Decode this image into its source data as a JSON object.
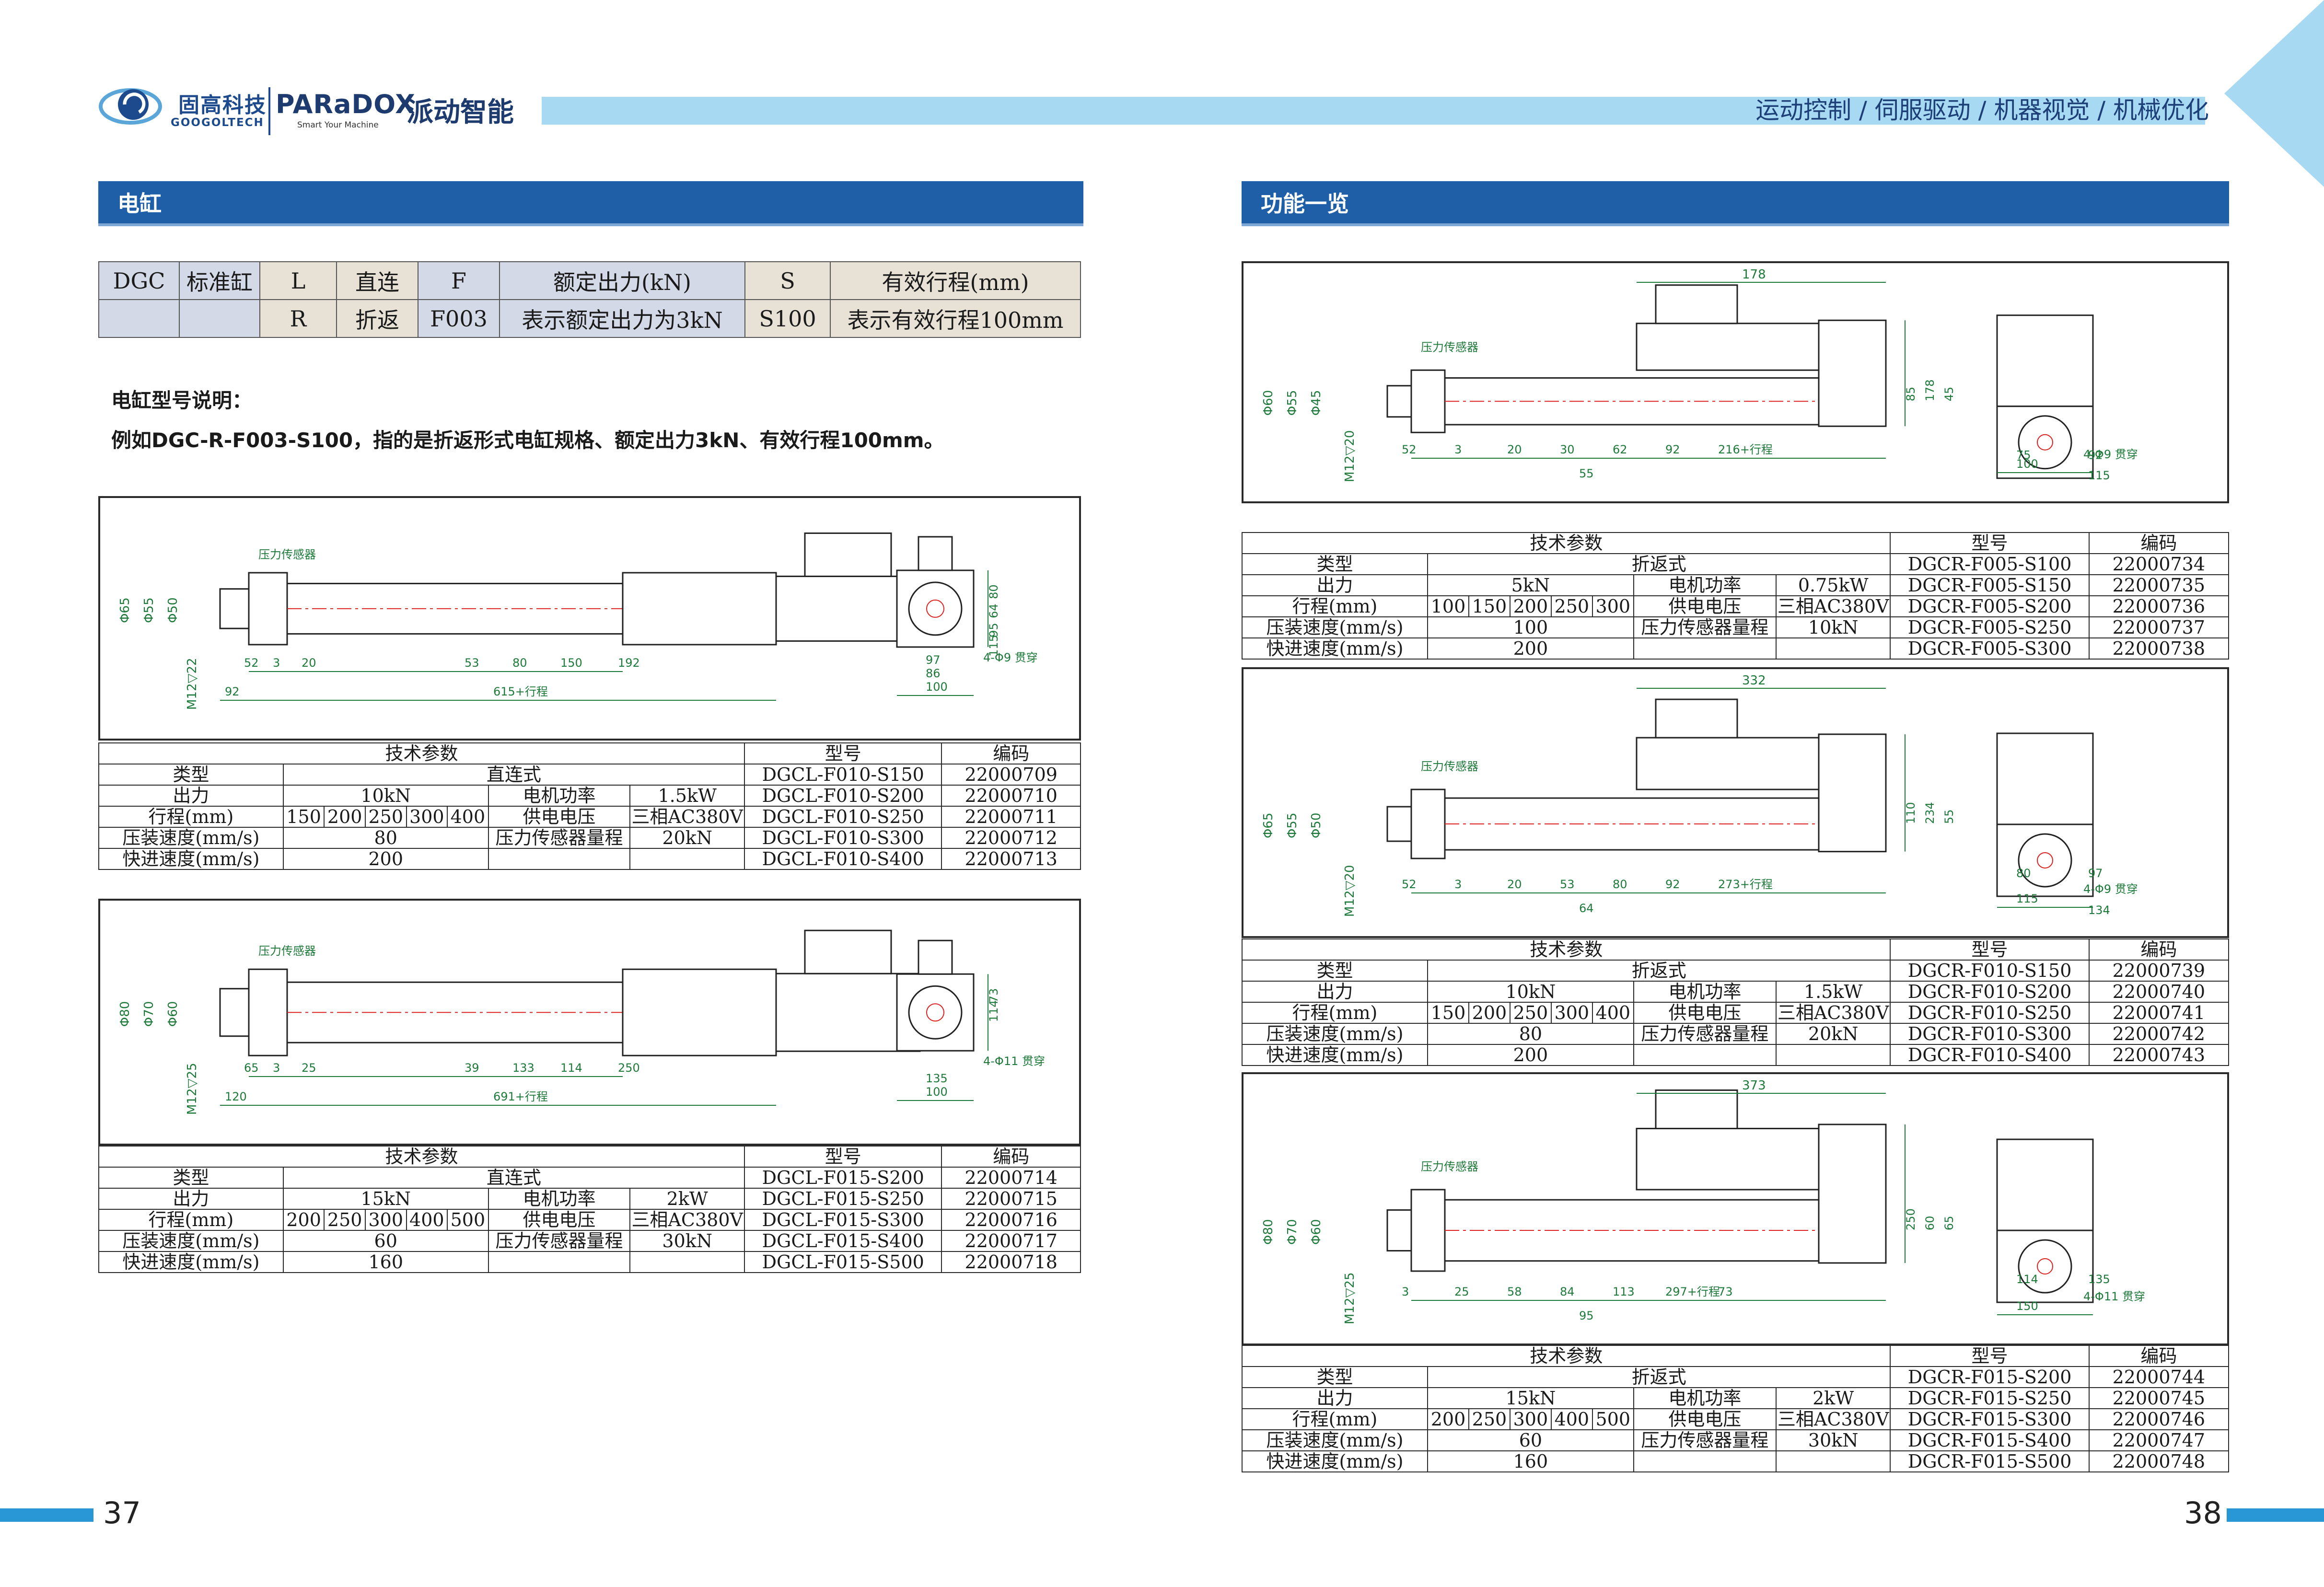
{
  "header": {
    "googol_cn": "固高科技",
    "googol_en": "GOOGOLTECH",
    "paradox_logo": "PARaDOX",
    "paradox_slogan": "Smart Your Machine",
    "paradox_cn": "派动智能",
    "tagline": "运动控制 / 伺服驱动 / 机器视觉 / 机械优化",
    "bar_color": "#a7d9f2",
    "accent": "#1f5fa8"
  },
  "left": {
    "section_title": "电缸",
    "model_code": {
      "row1": [
        "DGC",
        "标准缸",
        "L",
        "直连",
        "F",
        "额定出力(kN)",
        "S",
        "有效行程(mm)"
      ],
      "row2": [
        "",
        "",
        "R",
        "折返",
        "F003",
        "表示额定出力为3kN",
        "S100",
        "表示有效行程100mm"
      ]
    },
    "explain_title": "电缸型号说明：",
    "explain_text": "例如DGC-R-F003-S100，指的是折返形式电缸规格、额定出力3kN、有效行程100mm。"
  },
  "right": {
    "section_title": "功能一览"
  },
  "labels": {
    "tech": "技术参数",
    "model": "型号",
    "code": "编码",
    "type": "类型",
    "force": "出力",
    "stroke": "行程(mm)",
    "press_speed": "压装速度(mm/s)",
    "fast_speed": "快进速度(mm/s)",
    "motor_power": "电机功率",
    "supply": "供电电压",
    "sensor_range": "压力传感器量程",
    "sensor": "压力传感器"
  },
  "specs": {
    "l1": {
      "type": "直连式",
      "force": "10kN",
      "strokes": [
        "150",
        "200",
        "250",
        "300",
        "400"
      ],
      "motor": "1.5kW",
      "supply": "三相AC380V",
      "press": "80",
      "sensor": "20kN",
      "fast": "200",
      "models": [
        [
          "DGCL-F010-S150",
          "22000709"
        ],
        [
          "DGCL-F010-S200",
          "22000710"
        ],
        [
          "DGCL-F010-S250",
          "22000711"
        ],
        [
          "DGCL-F010-S300",
          "22000712"
        ],
        [
          "DGCL-F010-S400",
          "22000713"
        ]
      ]
    },
    "l2": {
      "type": "直连式",
      "force": "15kN",
      "strokes": [
        "200",
        "250",
        "300",
        "400",
        "500"
      ],
      "motor": "2kW",
      "supply": "三相AC380V",
      "press": "60",
      "sensor": "30kN",
      "fast": "160",
      "models": [
        [
          "DGCL-F015-S200",
          "22000714"
        ],
        [
          "DGCL-F015-S250",
          "22000715"
        ],
        [
          "DGCL-F015-S300",
          "22000716"
        ],
        [
          "DGCL-F015-S400",
          "22000717"
        ],
        [
          "DGCL-F015-S500",
          "22000718"
        ]
      ]
    },
    "r1": {
      "type": "折返式",
      "force": "5kN",
      "strokes": [
        "100",
        "150",
        "200",
        "250",
        "300"
      ],
      "motor": "0.75kW",
      "supply": "三相AC380V",
      "press": "100",
      "sensor": "10kN",
      "fast": "200",
      "models": [
        [
          "DGCR-F005-S100",
          "22000734"
        ],
        [
          "DGCR-F005-S150",
          "22000735"
        ],
        [
          "DGCR-F005-S200",
          "22000736"
        ],
        [
          "DGCR-F005-S250",
          "22000737"
        ],
        [
          "DGCR-F005-S300",
          "22000738"
        ]
      ]
    },
    "r2": {
      "type": "折返式",
      "force": "10kN",
      "strokes": [
        "150",
        "200",
        "250",
        "300",
        "400"
      ],
      "motor": "1.5kW",
      "supply": "三相AC380V",
      "press": "80",
      "sensor": "20kN",
      "fast": "200",
      "models": [
        [
          "DGCR-F010-S150",
          "22000739"
        ],
        [
          "DGCR-F010-S200",
          "22000740"
        ],
        [
          "DGCR-F010-S250",
          "22000741"
        ],
        [
          "DGCR-F010-S300",
          "22000742"
        ],
        [
          "DGCR-F010-S400",
          "22000743"
        ]
      ]
    },
    "r3": {
      "type": "折返式",
      "force": "15kN",
      "strokes": [
        "200",
        "250",
        "300",
        "400",
        "500"
      ],
      "motor": "2kW",
      "supply": "三相AC380V",
      "press": "60",
      "sensor": "30kN",
      "fast": "160",
      "models": [
        [
          "DGCR-F015-S200",
          "22000744"
        ],
        [
          "DGCR-F015-S250",
          "22000745"
        ],
        [
          "DGCR-F015-S300",
          "22000746"
        ],
        [
          "DGCR-F015-S400",
          "22000747"
        ],
        [
          "DGCR-F015-S500",
          "22000748"
        ]
      ]
    }
  },
  "drawings": {
    "l1": {
      "dia": [
        "Φ65",
        "Φ55",
        "Φ50"
      ],
      "thread": "M12▽22",
      "dims": [
        "52",
        "3",
        "20",
        "53",
        "80",
        "150",
        "192",
        "92",
        "615+行程",
        "80",
        "100",
        "64",
        "86",
        "95",
        "97",
        "115"
      ],
      "hole": "4-Φ9 贯穿"
    },
    "l2": {
      "dia": [
        "Φ80",
        "Φ70",
        "Φ60"
      ],
      "thread": "M12▽25",
      "dims": [
        "65",
        "3",
        "25",
        "39",
        "133",
        "114",
        "250",
        "120",
        "691+行程",
        "73",
        "100",
        "114",
        "135"
      ],
      "hole": "4-Φ11 贯穿"
    },
    "r1": {
      "dia": [
        "Φ60",
        "Φ55",
        "Φ45"
      ],
      "thread": "M12▽20",
      "dims": [
        "178",
        "85",
        "178",
        "45",
        "52",
        "3",
        "20",
        "30",
        "62",
        "92",
        "216+行程",
        "55",
        "75",
        "92",
        "100",
        "115"
      ],
      "hole": "4-Φ9 贯穿"
    },
    "r2": {
      "dia": [
        "Φ65",
        "Φ55",
        "Φ50"
      ],
      "thread": "M12▽20",
      "dims": [
        "332",
        "110",
        "234",
        "55",
        "52",
        "3",
        "20",
        "53",
        "80",
        "92",
        "273+行程",
        "64",
        "80",
        "97",
        "115",
        "134"
      ],
      "hole": "4-Φ9 贯穿"
    },
    "r3": {
      "dia": [
        "Φ80",
        "Φ70",
        "Φ60"
      ],
      "thread": "M12▽25",
      "dims": [
        "373",
        "250",
        "60",
        "65",
        "3",
        "25",
        "58",
        "84",
        "113",
        "297+行程",
        "73",
        "95",
        "114",
        "135",
        "150"
      ],
      "hole": "4-Φ11 贯穿"
    }
  },
  "footer": {
    "left_page": "37",
    "right_page": "38"
  }
}
